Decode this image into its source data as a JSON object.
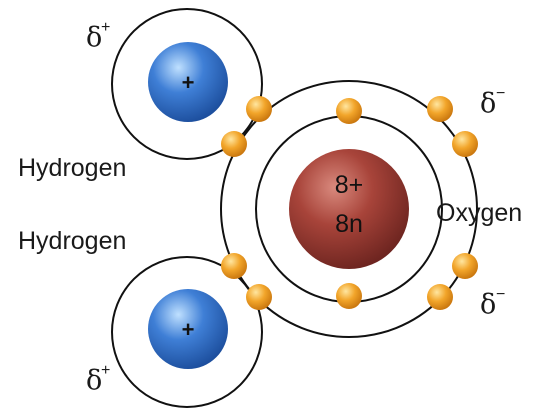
{
  "labels": {
    "hydrogen_top": "Hydrogen",
    "hydrogen_bottom": "Hydrogen",
    "oxygen": "Oxygen",
    "oxygen_nucleus_protons": "8+",
    "oxygen_nucleus_neutrons": "8n",
    "hydrogen_top_nucleus": "+",
    "hydrogen_bottom_nucleus": "+",
    "delta_symbol": "δ",
    "delta_plus_sign": "+",
    "delta_minus_sign": "−"
  },
  "colors": {
    "oxygen_nucleus": "#a8443a",
    "hydrogen_nucleus": "#3f7fd6",
    "electron": "#f2a52a",
    "shell_stroke": "#111111"
  }
}
